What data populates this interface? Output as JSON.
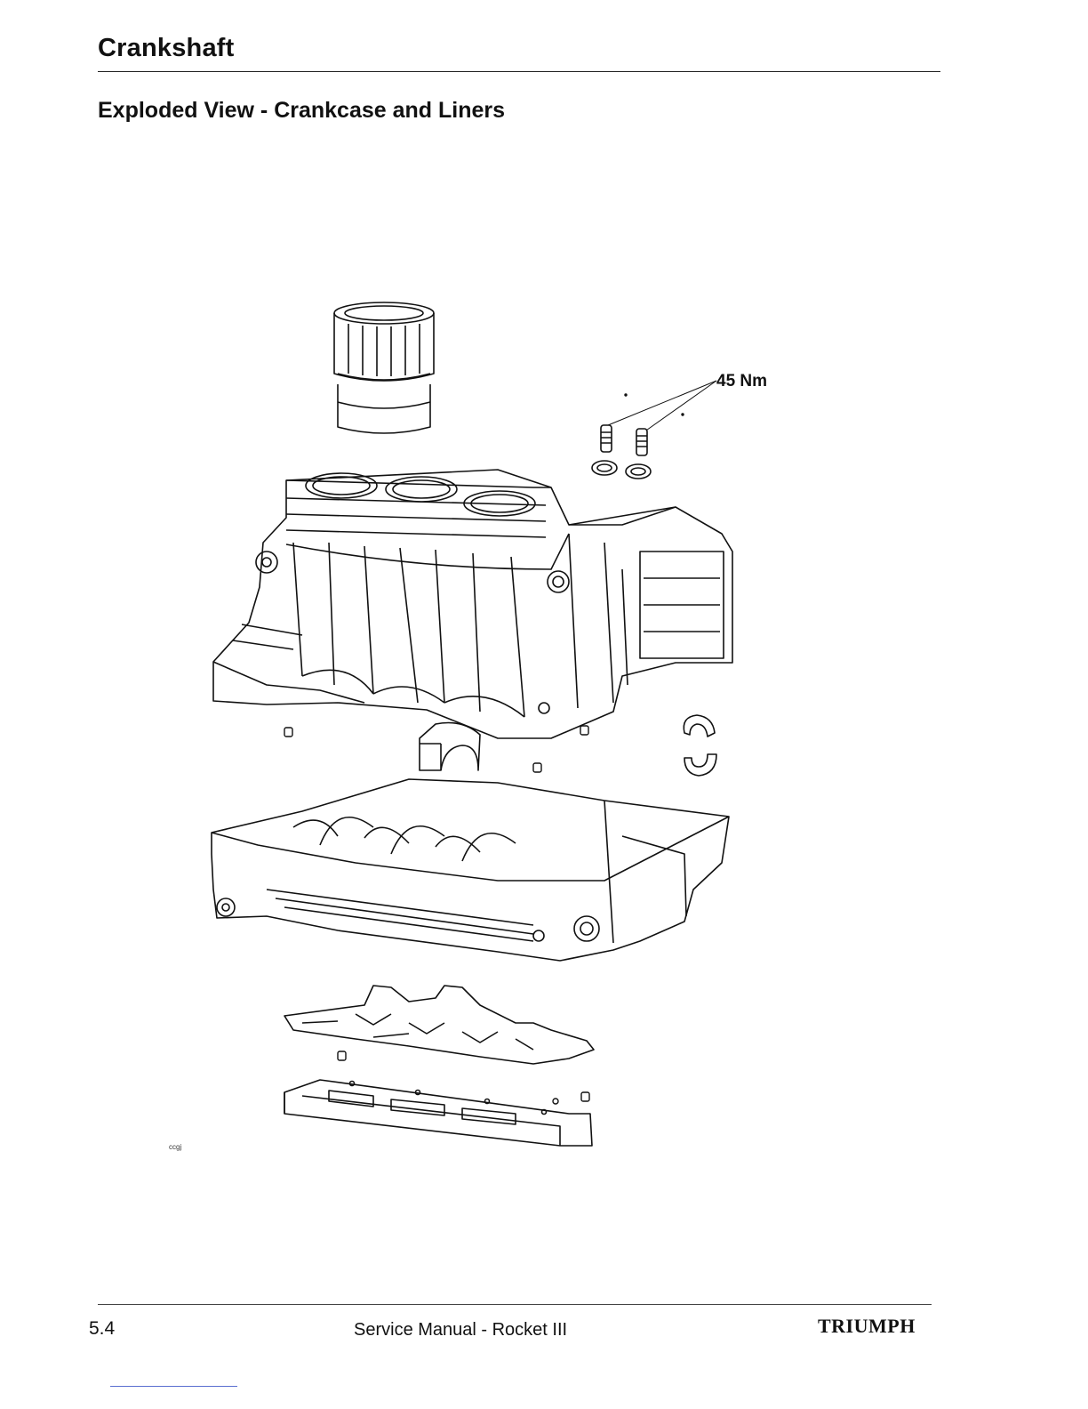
{
  "header": {
    "title": "Crankshaft"
  },
  "section": {
    "title": "Exploded View - Crankcase and Liners"
  },
  "figure": {
    "torque_label": "45 Nm",
    "code": "ccgj"
  },
  "footer": {
    "page_number": "5.4",
    "title": "Service Manual - Rocket III",
    "brand": "TRIUMPH"
  }
}
